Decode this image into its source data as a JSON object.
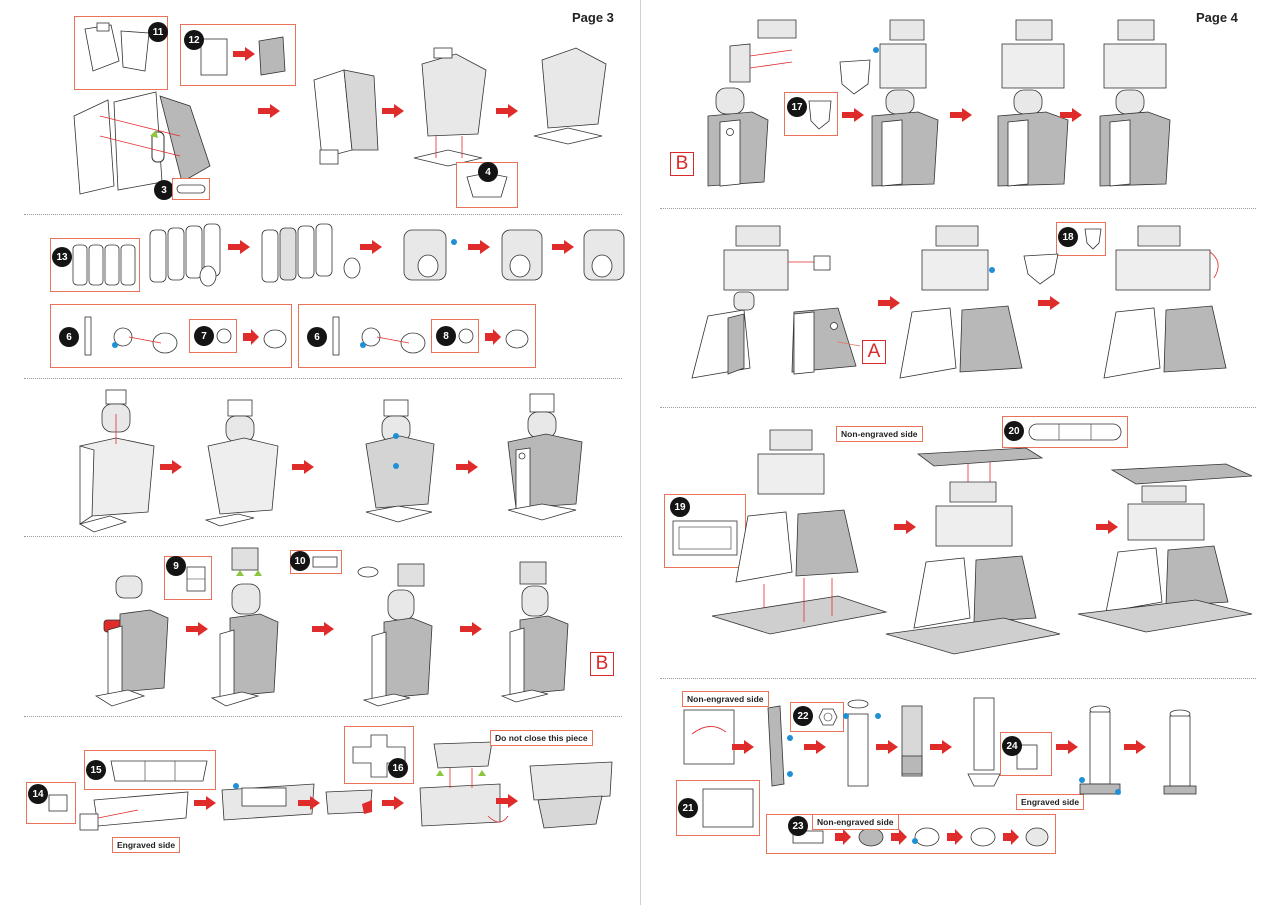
{
  "pages": [
    {
      "label": "Page 3"
    },
    {
      "label": "Page 4"
    }
  ],
  "steps": {
    "s3": "3",
    "s4": "4",
    "s6a": "6",
    "s6b": "6",
    "s7": "7",
    "s8": "8",
    "s9": "9",
    "s10": "10",
    "s11": "11",
    "s12": "12",
    "s13": "13",
    "s14": "14",
    "s15": "15",
    "s16": "16",
    "s17": "17",
    "s18": "18",
    "s19": "19",
    "s20": "20",
    "s21": "21",
    "s22": "22",
    "s23": "23",
    "s24": "24"
  },
  "assembly_marks": {
    "A": "A",
    "B": "B"
  },
  "callouts": {
    "engraved_side": "Engraved side",
    "do_not_close": "Do not close this piece",
    "non_engraved_side": "Non-engraved side"
  },
  "colors": {
    "accent_red": "#e02b2b",
    "outline_orange": "#e8735a",
    "metal_gray": "#b8b8b8",
    "dot_blue": "#1f8fd6",
    "dot_green": "#8cc63f"
  }
}
